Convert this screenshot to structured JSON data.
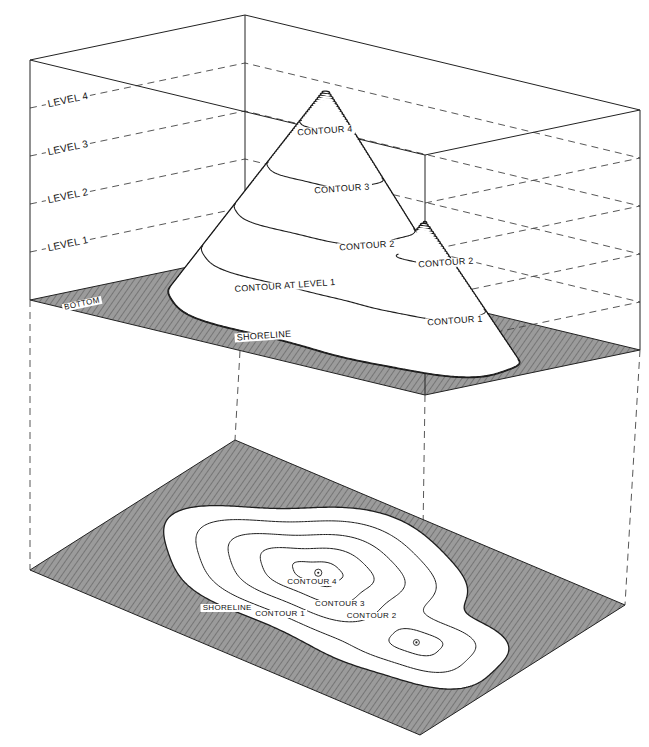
{
  "diagram": {
    "labels": [
      "LEVEL 4",
      "LEVEL 3",
      "LEVEL 2",
      "LEVEL 1",
      "BOTTOM",
      "CONTOUR 4",
      "CONTOUR 3",
      "CONTOUR 2",
      "CONTOUR AT LEVEL 1",
      "SHORELINE",
      "CONTOUR 2",
      "CONTOUR 1",
      "CONTOUR 4",
      "CONTOUR 3",
      "CONTOUR 2",
      "CONTOUR 1",
      "SHORELINE"
    ]
  }
}
